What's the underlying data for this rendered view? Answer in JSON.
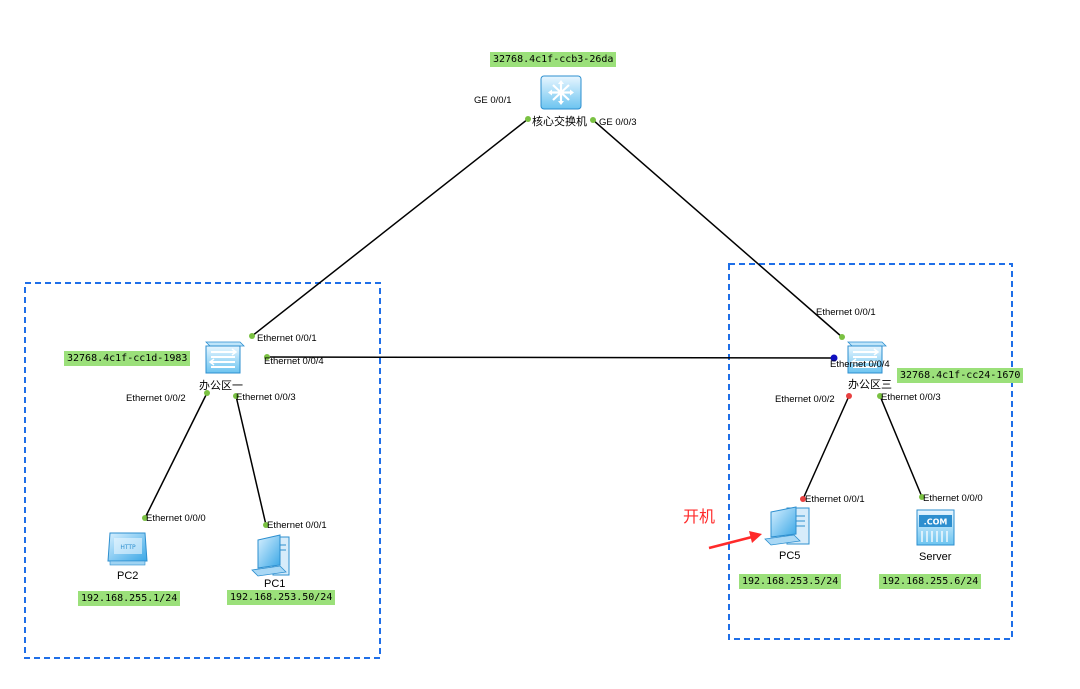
{
  "colors": {
    "zone_border": "#1f6fe8",
    "link": "#000000",
    "port_up": "#7ac142",
    "port_down": "#e84040",
    "port_blocked": "#1010c0",
    "tag_bg": "#9be07a",
    "annotation": "#ff2a2a"
  },
  "devices": {
    "core": {
      "label": "核心交换机",
      "bridge_id": "32768.4c1f-ccb3-26da",
      "icon": "core-switch-icon"
    },
    "sw1": {
      "label": "办公区一",
      "bridge_id": "32768.4c1f-cc1d-1983",
      "icon": "switch-icon"
    },
    "sw3": {
      "label": "办公区三",
      "bridge_id": "32768.4c1f-cc24-1670",
      "icon": "switch-icon"
    },
    "pc2": {
      "label": "PC2",
      "ip": "192.168.255.1/24",
      "icon": "pc-icon"
    },
    "pc1": {
      "label": "PC1",
      "ip": "192.168.253.50/24",
      "icon": "pc-icon"
    },
    "pc5": {
      "label": "PC5",
      "ip": "192.168.253.5/24",
      "icon": "pc-icon"
    },
    "server": {
      "label": "Server",
      "ip": "192.168.255.6/24",
      "icon": "server-icon"
    }
  },
  "ports": {
    "core_ge1": "GE 0/0/1",
    "core_ge3": "GE 0/0/3",
    "sw1_e1": "Ethernet 0/0/1",
    "sw1_e4": "Ethernet 0/0/4",
    "sw1_e2": "Ethernet 0/0/2",
    "sw1_e3": "Ethernet 0/0/3",
    "pc2_e0": "Ethernet 0/0/0",
    "pc1_e1": "Ethernet 0/0/1",
    "sw3_e1": "Ethernet 0/0/1",
    "sw3_e4": "Ethernet 0/0/4",
    "sw3_e2": "Ethernet 0/0/2",
    "sw3_e3": "Ethernet 0/0/3",
    "pc5_e1": "Ethernet 0/0/1",
    "server_e0": "Ethernet 0/0/0"
  },
  "annotation": {
    "text": "开机",
    "icon": "red-arrow-icon"
  }
}
